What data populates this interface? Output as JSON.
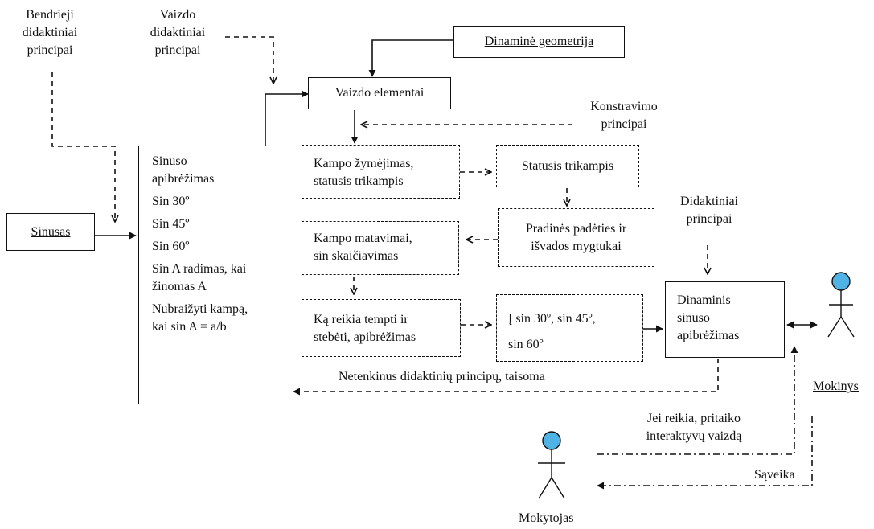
{
  "free_labels": {
    "general_principles": "Bendrieji\ndidaktiniai\nprincipai",
    "visual_principles": "Vaizdo\ndidaktiniai\nprincipai",
    "construction_principles": "Konstravimo\nprincipai",
    "didactic_principles": "Didaktiniai\nprincipai",
    "feedback_label": "Netenkinus didaktinių principų, taisoma",
    "adapt_label": "Jei reikia, pritaiko\ninteraktyvų vaizdą",
    "interaction_label": "Sąveika"
  },
  "boxes": {
    "dynamic_geometry": "Dinaminė geometrija",
    "visual_elements": "Vaizdo elementai",
    "sinusas": "Sinusas",
    "angle_marking": "Kampo žymėjimas,\nstatusis trikampis",
    "right_triangle": "Statusis trikampis",
    "buttons": "Pradinės padėties ir\nišvados mygtukai",
    "angle_measure": "Kampo matavimai,\nsin skaičiavimas",
    "drag_observe": "Ką reikia tempti ir\nstebėti, apibrėžimas",
    "sin_values": "Į sin 30º, sin 45º,\nsin 60º",
    "dynamic_sine": "Dinaminis\nsinuso\napibrėžimas"
  },
  "plan_items": [
    "Sinuso\napibrėžimas",
    "Sin 30º",
    "Sin 45º",
    "Sin 60º",
    "Sin A radimas, kai\nžinomas A",
    "Nubraižyti kampą,\nkai sin A = a/b"
  ],
  "actors": {
    "student": "Mokinys",
    "teacher": "Mokytojas"
  },
  "colors": {
    "actor_head": "#4fb3e6",
    "line": "#111111"
  }
}
